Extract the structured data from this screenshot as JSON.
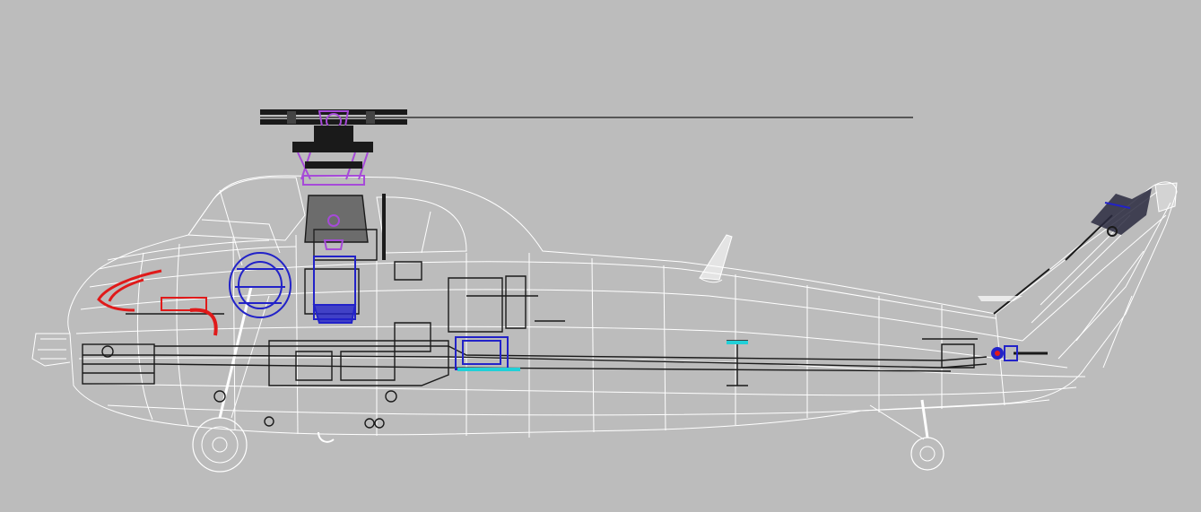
{
  "colors": {
    "background": "#bcbcbc",
    "wireframe": "#ffffff",
    "structure": "#1a1a1a",
    "rotor_head": "#a64ad8",
    "seat": "#e01a1a",
    "engine": "#2222c8",
    "cyan_marker": "#20d0d8"
  },
  "components": [
    "main-rotor-head",
    "swashplate",
    "engine-block",
    "canopy-frame",
    "pilot-seat",
    "tail-boom",
    "tail-rotor-gearbox",
    "tail-fin",
    "main-landing-gear",
    "tail-landing-gear",
    "antenna-blade"
  ]
}
